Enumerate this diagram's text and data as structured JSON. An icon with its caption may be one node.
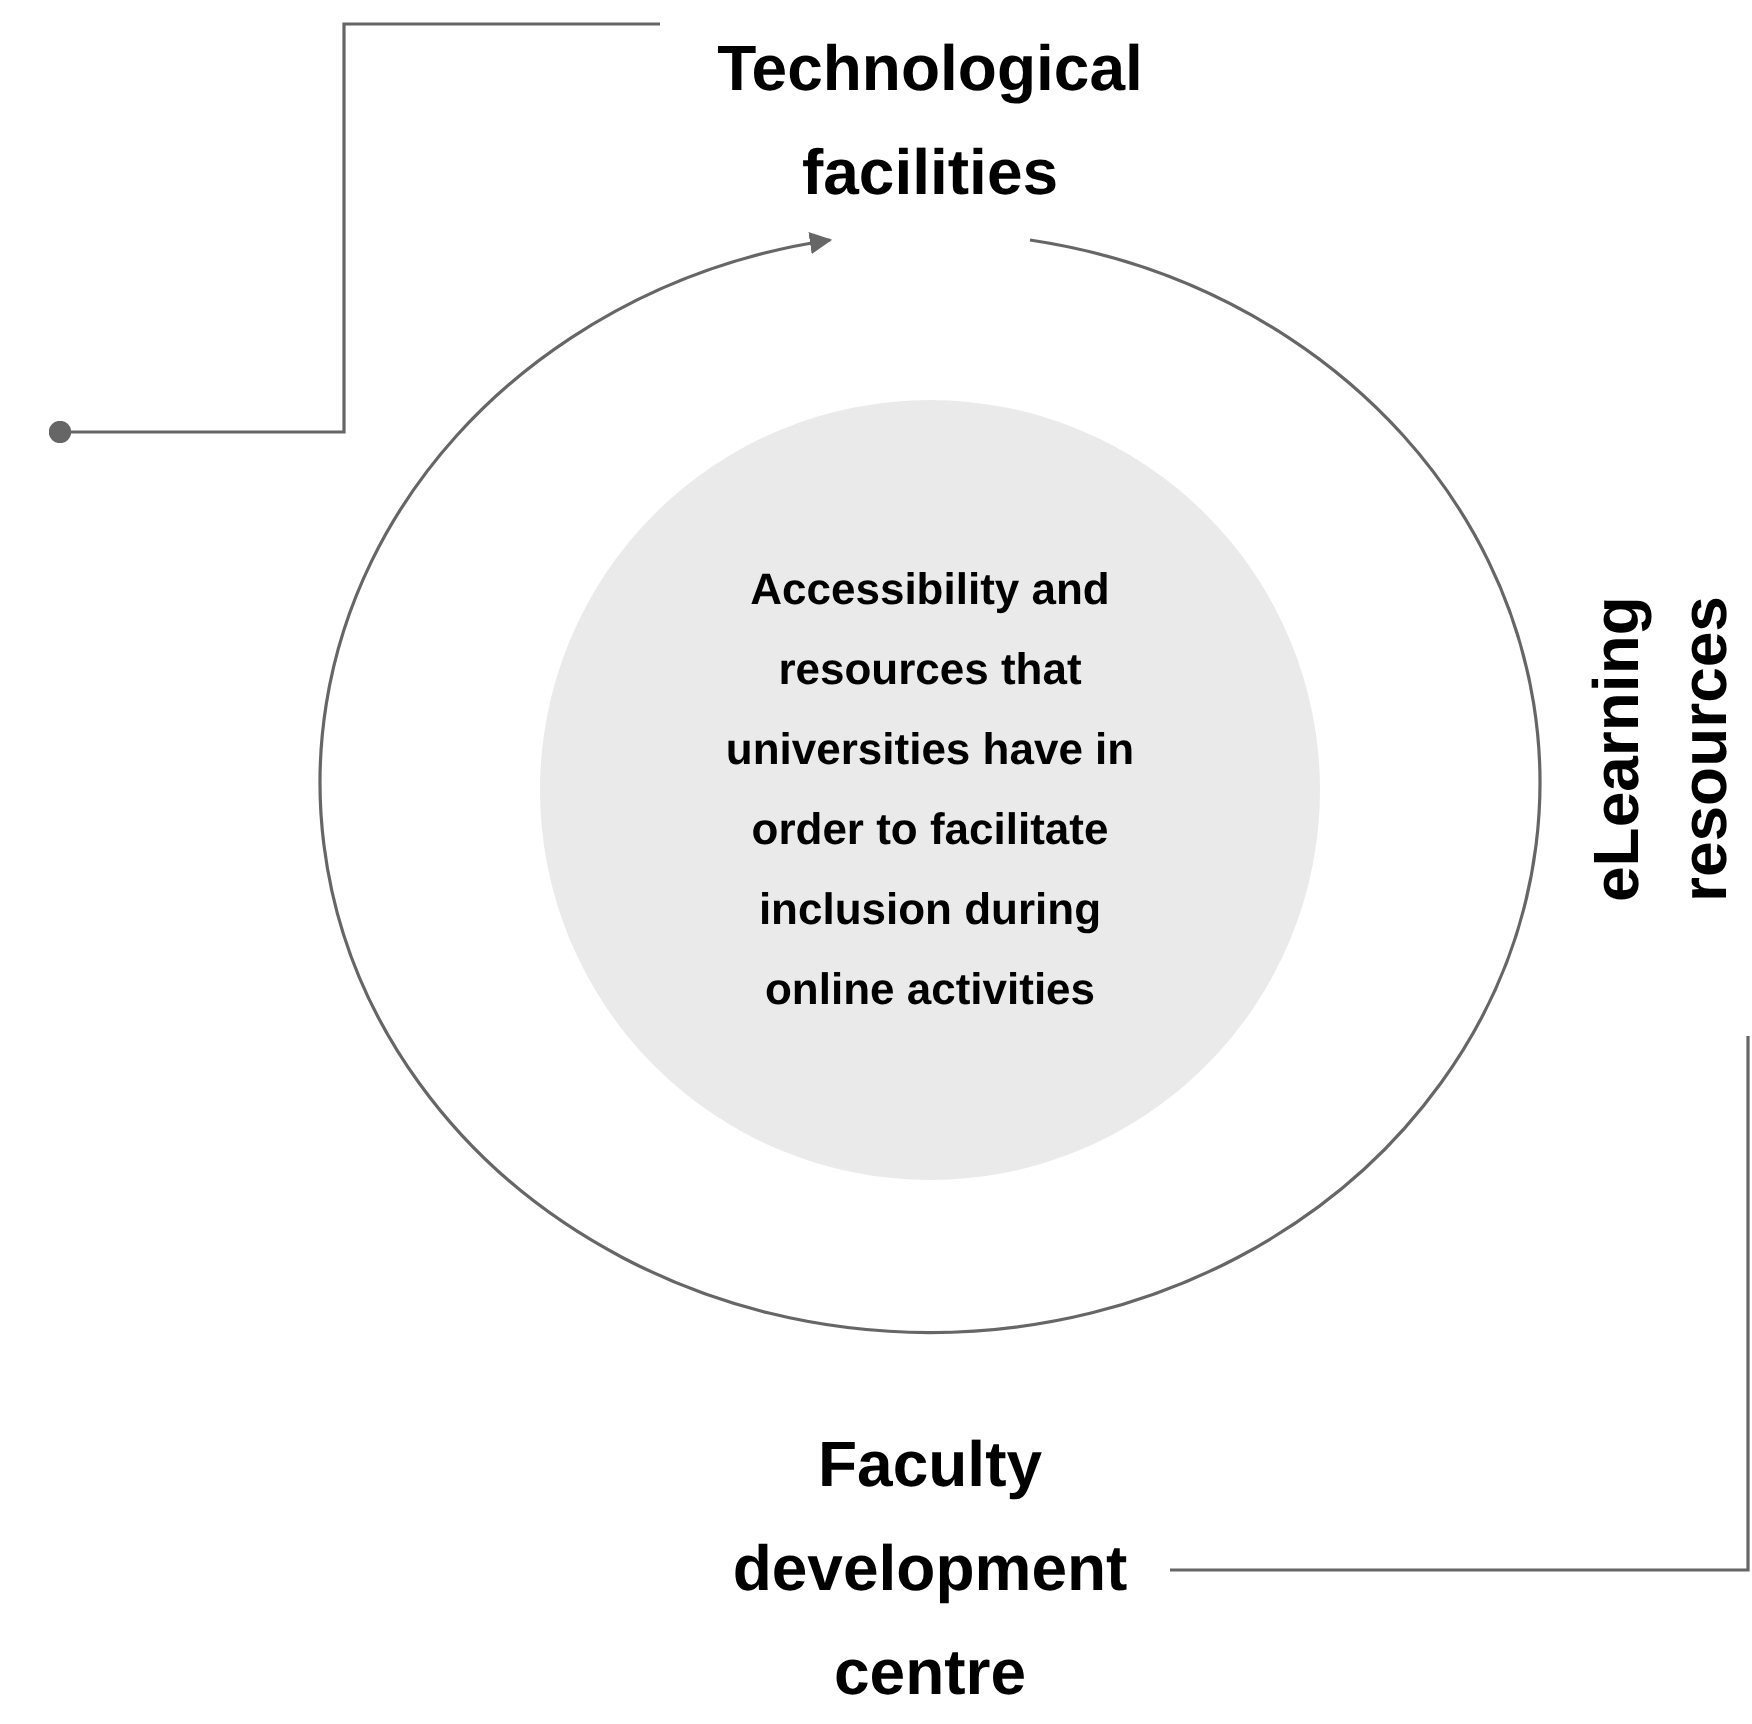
{
  "diagram": {
    "nodes": [
      {
        "text": [
          "Accessibility and resources that universities have in order to facilitate inclusion during online activities"
        ]
      },
      {
        "text": [
          "Technological facilities"
        ]
      },
      {
        "text": [
          "eLearning resources"
        ]
      },
      {
        "text": [
          "Faculty development centre"
        ]
      }
    ],
    "edges": [
      {
        "from": 1,
        "to": 1,
        "arrow": "to"
      },
      {
        "from": null,
        "to": 1,
        "arrow": "other"
      },
      {
        "from": 3,
        "to": null,
        "arrow": "none"
      }
    ]
  }
}
